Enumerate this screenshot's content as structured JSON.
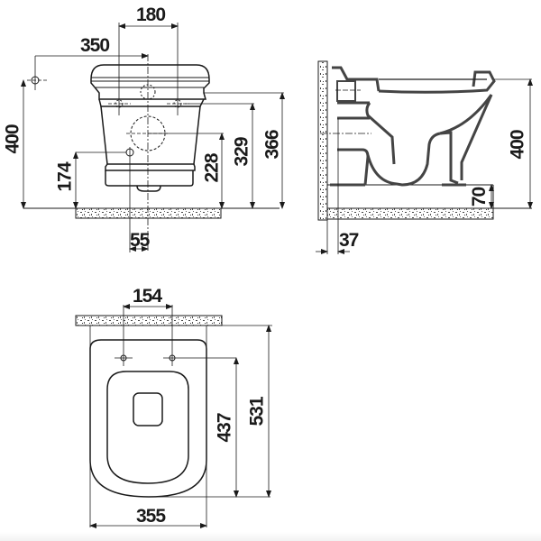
{
  "diagram": {
    "subject": "wall-hung toilet technical drawing",
    "line_color": "#1a1a1a",
    "hatch_color": "#555555",
    "views": {
      "front_view": {
        "dimensions": {
          "top_span": "180",
          "wall_offset": "350",
          "total_height_left": "400",
          "lower_inlet_height": "174",
          "inlet_offset": "55",
          "outlet_height": "228",
          "fixing_height": "329",
          "top_height": "366"
        }
      },
      "side_view": {
        "dimensions": {
          "overall_height": "400",
          "floor_clearance": "70",
          "wall_gap": "37"
        }
      },
      "top_view": {
        "dimensions": {
          "fixing_spacing": "154",
          "fixing_depth": "437",
          "overall_depth": "531",
          "overall_width": "355"
        }
      }
    }
  }
}
